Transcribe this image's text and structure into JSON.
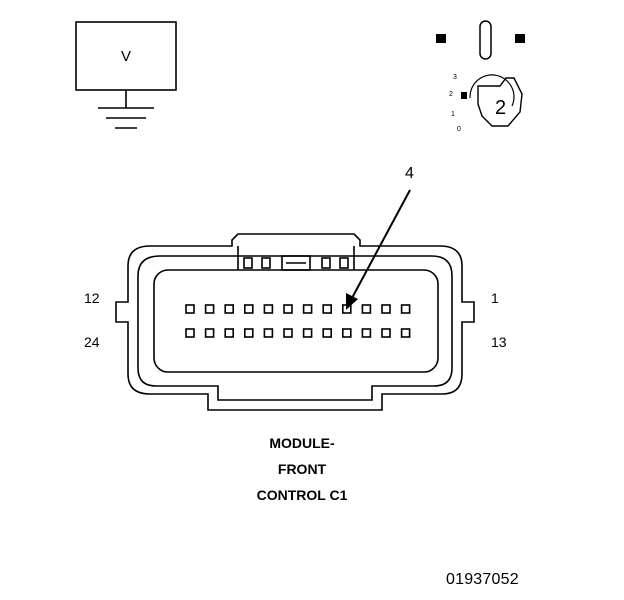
{
  "meter": {
    "symbol": "V"
  },
  "switch": {
    "position_labels": [
      "3",
      "2",
      "1",
      "0"
    ],
    "selected_position_number": "2"
  },
  "connector": {
    "callout_pin": "4",
    "pin_labels": {
      "top_left": "12",
      "top_right": "1",
      "bottom_left": "24",
      "bottom_right": "13"
    },
    "rows": 2,
    "pins_per_row": 12
  },
  "caption": [
    "MODULE-",
    "FRONT",
    "CONTROL C1"
  ],
  "figure_id": "01937052"
}
